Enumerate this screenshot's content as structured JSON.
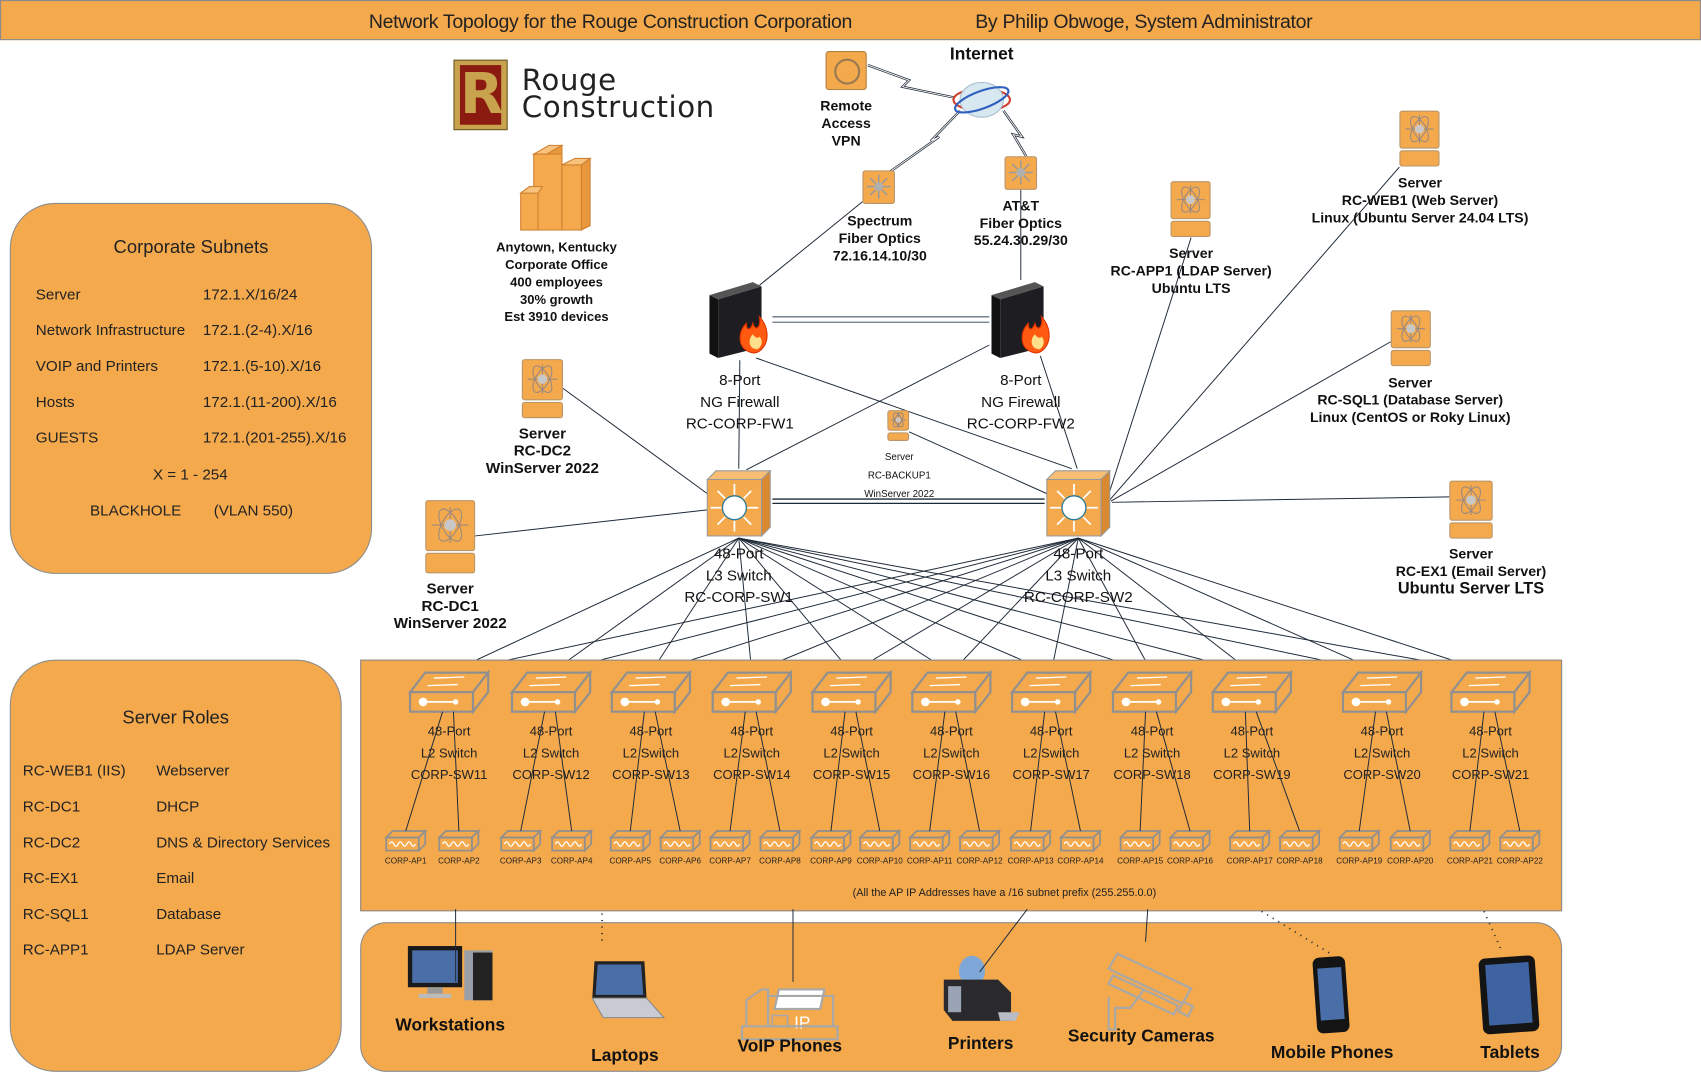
{
  "header": {
    "title": "Network Topology for the Rouge Construction Corporation",
    "author": "By Philip Obwoge, System Administrator"
  },
  "colors": {
    "accent": "#f4a94d",
    "border": "#8c8c8c",
    "logo_red": "#8b1a10",
    "logo_gold": "#c8a24c"
  },
  "logo": {
    "letter": "R",
    "line1": "Rouge",
    "line2": "Construction"
  },
  "office": [
    "Anytown, Kentucky",
    "Corporate Office",
    "400 employees",
    "30% growth",
    "Est 3910 devices"
  ],
  "subnets": {
    "title": "Corporate Subnets",
    "rows": [
      {
        "name": "Server",
        "value": "172.1.X/16/24"
      },
      {
        "name": "Network Infrastructure",
        "value": "172.1.(2-4).X/16"
      },
      {
        "name": "VOIP and Printers",
        "value": "172.1.(5-10).X/16"
      },
      {
        "name": "Hosts",
        "value": "172.1.(11-200).X/16"
      },
      {
        "name": "GUESTS",
        "value": "172.1.(201-255).X/16"
      }
    ],
    "x_note": "X = 1 - 254",
    "blackhole_name": "BLACKHOLE",
    "blackhole_value": "(VLAN 550)"
  },
  "server_roles": {
    "title": "Server Roles",
    "rows": [
      {
        "server": "RC-WEB1 (IIS)",
        "role": "Webserver"
      },
      {
        "server": "RC-DC1",
        "role": "DHCP"
      },
      {
        "server": "RC-DC2",
        "role": "DNS & Directory Services"
      },
      {
        "server": "RC-EX1",
        "role": "Email"
      },
      {
        "server": "RC-SQL1",
        "role": "Database"
      },
      {
        "server": "RC-APP1",
        "role": "LDAP Server"
      }
    ]
  },
  "internet": {
    "label": "Internet"
  },
  "vpn": [
    "Remote",
    "Access",
    "VPN"
  ],
  "isps": [
    {
      "lines": [
        "Spectrum",
        "Fiber Optics",
        "72.16.14.10/30"
      ]
    },
    {
      "lines": [
        "AT&T",
        "Fiber Optics",
        "55.24.30.29/30"
      ]
    }
  ],
  "firewalls": [
    {
      "lines": [
        "8-Port",
        "NG Firewall",
        "RC-CORP-FW1"
      ]
    },
    {
      "lines": [
        "8-Port",
        "NG Firewall",
        "RC-CORP-FW2"
      ]
    }
  ],
  "core_switches": [
    {
      "lines": [
        "48-Port",
        "L3 Switch",
        "RC-CORP-SW1"
      ]
    },
    {
      "lines": [
        "48-Port",
        "L3 Switch",
        "RC-CORP-SW2"
      ]
    }
  ],
  "servers": {
    "dc2": [
      "Server",
      "RC-DC2",
      "WinServer 2022"
    ],
    "dc1": [
      "Server",
      "RC-DC1",
      "WinServer 2022"
    ],
    "backup1": [
      "Server",
      "RC-BACKUP1",
      "WinServer 2022"
    ],
    "app1": [
      "Server",
      "RC-APP1 (LDAP Server)",
      "Ubuntu LTS"
    ],
    "web1": [
      "Server",
      "RC-WEB1 (Web Server)",
      "Linux (Ubuntu Server 24.04 LTS)"
    ],
    "sql1": [
      "Server",
      "RC-SQL1 (Database Server)",
      "Linux (CentOS or Roky Linux)"
    ],
    "ex1": [
      "Server",
      "RC-EX1 (Email Server)",
      "Ubuntu Server LTS"
    ]
  },
  "access_switches": [
    {
      "lines": [
        "48-Port",
        "L2 Switch",
        "CORP-SW11"
      ],
      "aps": [
        "CORP-AP1",
        "CORP-AP2"
      ]
    },
    {
      "lines": [
        "48-Port",
        "L2 Switch",
        "CORP-SW12"
      ],
      "aps": [
        "CORP-AP3",
        "CORP-AP4"
      ]
    },
    {
      "lines": [
        "48-Port",
        "L2 Switch",
        "CORP-SW13"
      ],
      "aps": [
        "CORP-AP5",
        "CORP-AP6"
      ]
    },
    {
      "lines": [
        "48-Port",
        "L2 Switch",
        "CORP-SW14"
      ],
      "aps": [
        "CORP-AP7",
        "CORP-AP8"
      ]
    },
    {
      "lines": [
        "48-Port",
        "L2 Switch",
        "CORP-SW15"
      ],
      "aps": [
        "CORP-AP9",
        "CORP-AP10"
      ]
    },
    {
      "lines": [
        "48-Port",
        "L2 Switch",
        "CORP-SW16"
      ],
      "aps": [
        "CORP-AP11",
        "CORP-AP12"
      ]
    },
    {
      "lines": [
        "48-Port",
        "L2 Switch",
        "CORP-SW17"
      ],
      "aps": [
        "CORP-AP13",
        "CORP-AP14"
      ]
    },
    {
      "lines": [
        "48-Port",
        "L2 Switch",
        "CORP-SW18"
      ],
      "aps": [
        "CORP-AP15",
        "CORP-AP16"
      ]
    },
    {
      "lines": [
        "48-Port",
        "L2 Switch",
        "CORP-SW19"
      ],
      "aps": [
        "CORP-AP17",
        "CORP-AP18"
      ]
    },
    {
      "lines": [
        "48-Port",
        "L2 Switch",
        "CORP-SW20"
      ],
      "aps": [
        "CORP-AP19",
        "CORP-AP20"
      ]
    },
    {
      "lines": [
        "48-Port",
        "L2 Switch",
        "CORP-SW21"
      ],
      "aps": [
        "CORP-AP21",
        "CORP-AP22"
      ]
    }
  ],
  "ap_note": "(All the AP IP Addresses have a /16 subnet prefix (255.255.0.0)",
  "endpoints": [
    {
      "label": "Workstations",
      "icon": "workstation-icon"
    },
    {
      "label": "Laptops",
      "icon": "laptop-icon"
    },
    {
      "label": "VoIP Phones",
      "icon": "voip-phone-icon"
    },
    {
      "label": "Printers",
      "icon": "printer-icon"
    },
    {
      "label": "Security Cameras",
      "icon": "security-camera-icon"
    },
    {
      "label": "Mobile Phones",
      "icon": "mobile-phone-icon"
    },
    {
      "label": "Tablets",
      "icon": "tablet-icon"
    }
  ]
}
